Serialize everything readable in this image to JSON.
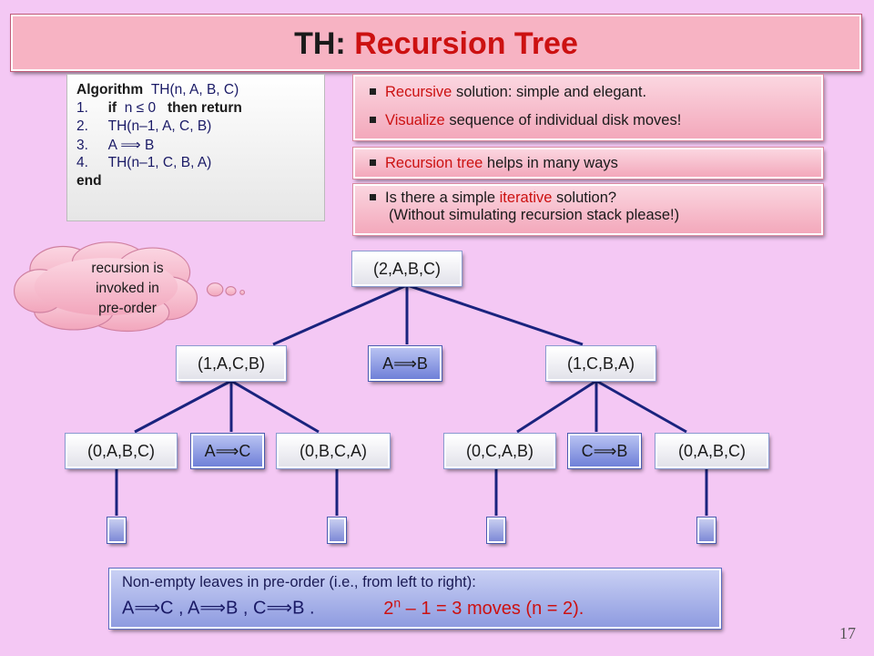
{
  "title": {
    "lead": "TH:",
    "rest": "Recursion Tree"
  },
  "algorithm": {
    "header_kw": "Algorithm",
    "header_sig": "TH(n, A, B, C)",
    "lines": [
      {
        "num": "1.",
        "text_a": "if",
        "text_b": "n ≤ 0",
        "text_c": "then return"
      },
      {
        "num": "2.",
        "text": "TH(n–1, A, C, B)"
      },
      {
        "num": "3.",
        "text": "A ⟹ B"
      },
      {
        "num": "4.",
        "text": "TH(n–1, C, B, A)"
      }
    ],
    "end": "end"
  },
  "notes": {
    "n1_red": "Recursive",
    "n1_rest": " solution: simple and elegant.",
    "n2_red": "Visualize",
    "n2_rest": " sequence of individual disk moves!",
    "n3_a": "Recursion tree",
    "n3_b": " helps in many ways",
    "n4_a": "Is there a simple ",
    "n4_red": "iterative",
    "n4_b": " solution?",
    "n5": "(Without simulating recursion stack please!)"
  },
  "thought": {
    "line1": "recursion is",
    "line2": "invoked in",
    "line3": "pre-order"
  },
  "tree": {
    "root": "(2,A,B,C)",
    "l1_left": "(1,A,C,B)",
    "l1_mid": "A⟹B",
    "l1_right": "(1,C,B,A)",
    "l2": [
      "(0,A,B,C)",
      "A⟹C",
      "(0,B,C,A)",
      "(0,C,A,B)",
      "C⟹B",
      "(0,A,B,C)"
    ]
  },
  "summary": {
    "line1": "Non-empty leaves in pre-order (i.e., from left to right):",
    "moves": "A⟹C ,  A⟹B ,  C⟹B .",
    "formula_base": "2",
    "formula_exp": "n",
    "formula_rest": " – 1 = 3  moves  (n = 2)."
  },
  "page_number": "17",
  "colors": {
    "accent_red": "#cc1111",
    "background": "#f4c8f4",
    "panel_pink": "#f7b3c3",
    "move_blue": "#7d89d6"
  }
}
